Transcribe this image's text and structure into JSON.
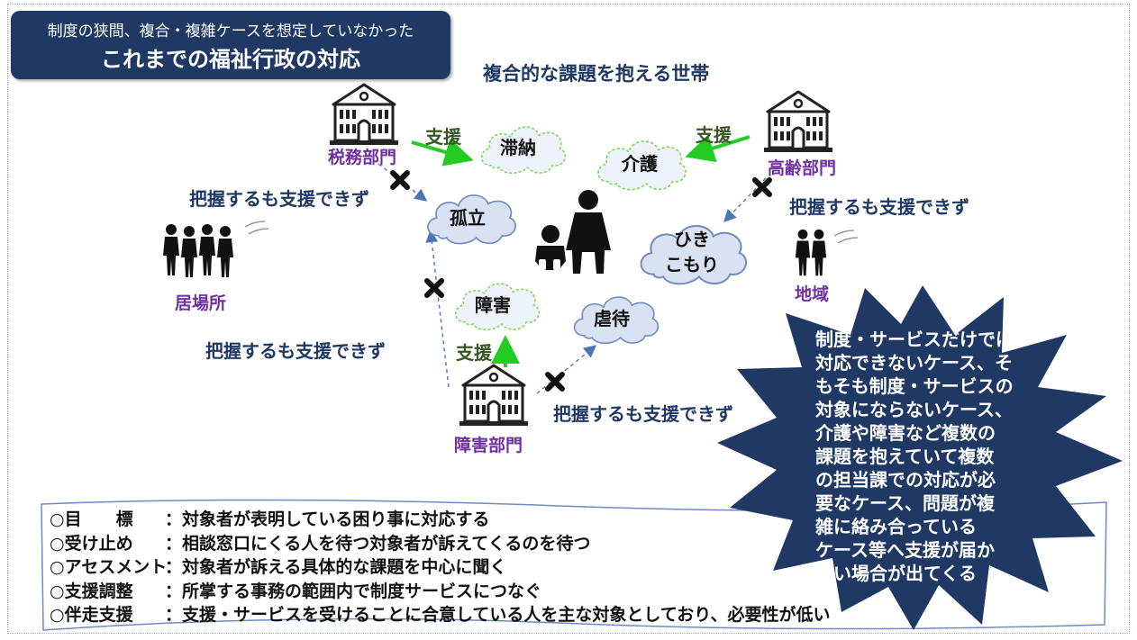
{
  "title": {
    "line1": "制度の狭間、複合・複雑ケースを想定していなかった",
    "line2": "これまでの福祉行政の対応"
  },
  "center_heading": "複合的な課題を抱える世帯",
  "departments": {
    "tax": "税務部門",
    "elderly": "高齢部門",
    "disability": "障害部門"
  },
  "places": {
    "ibasho": "居場所",
    "chiiki": "地域"
  },
  "support_label": "支援",
  "cannot_support": "把握するも支援できず",
  "clouds": {
    "tainou": "滞納",
    "kaigo": "介護",
    "koritsu": "孤立",
    "hikikomori_1": "ひき",
    "hikikomori_2": "こもり",
    "shougai": "障害",
    "gyakutai": "虐待"
  },
  "star_text": [
    "制度・サービスだけでは",
    "対応できないケース、そ",
    "もそも制度・サービスの",
    "対象にならないケース、",
    "介護や障害など複数の",
    "課題を抱えていて複数",
    "の担当課での対応が必",
    "要なケース、問題が複",
    "雑に絡み合っている",
    "ケース等へ支援が届か",
    "ない場合が出てくる"
  ],
  "bottom_list": [
    {
      "key": "○目　　標",
      "value": "：対象者が表明している困り事に対応する"
    },
    {
      "key": "○受け止め",
      "value": "：相談窓口にくる人を待つ対象者が訴えてくるのを待つ"
    },
    {
      "key": "○アセスメント",
      "value": "：対象者が訴える具体的な課題を中心に聞く"
    },
    {
      "key": "○支援調整",
      "value": "：所掌する事務の範囲内で制度サービスにつなぐ"
    },
    {
      "key": "○伴走支援",
      "value": "：支援・サービスを受けることに合意している人を主な対象としており、必要性が低い"
    }
  ],
  "colors": {
    "navy": "#1f3864",
    "purple": "#7030a0",
    "green_arrow": "#22cc22",
    "cloud_fill": "#d9e2f3"
  }
}
